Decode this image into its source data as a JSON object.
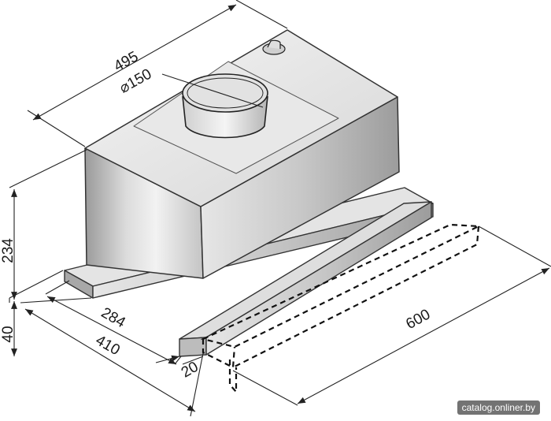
{
  "dimensions": {
    "depth_top": "495",
    "duct_diameter": "⌀150",
    "body_height": "234",
    "panel_height": "40",
    "inner_depth": "284",
    "outer_depth": "410",
    "offset": "20",
    "width": "600"
  },
  "watermark": "catalog.onliner.by"
}
